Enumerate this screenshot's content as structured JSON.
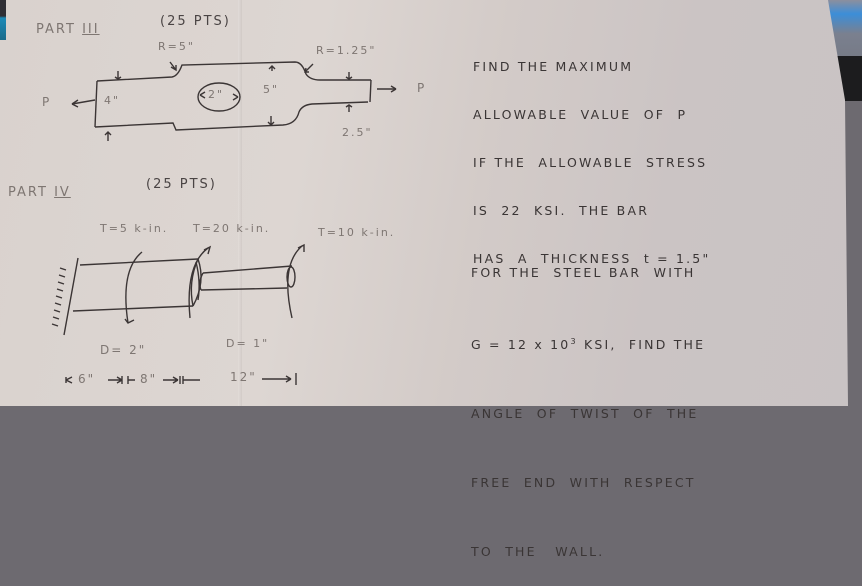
{
  "part3": {
    "heading": "PART",
    "numeral": "III",
    "points": "(25 PTS)",
    "diagram": {
      "radius_left": "R=5\"",
      "radius_right": "R=1.25\"",
      "width_left": "4\"",
      "hole_diameter": "2\"",
      "width_center": "5\"",
      "width_right": "2.5\"",
      "load_left": "P",
      "load_right": "P"
    },
    "problem_lines": [
      "FIND THE MAXIMUM",
      "ALLOWABLE  VALUE  OF  P",
      "IF THE  ALLOWABLE  STRESS",
      "IS  22  KSI.  THE BAR",
      "HAS  A  THICKNESS  t = 1.5\""
    ]
  },
  "part4": {
    "heading": "PART",
    "numeral": "IV",
    "points": "(25 PTS)",
    "diagram": {
      "torque_1": "T=5 k-in.",
      "torque_2": "T=20 k-in.",
      "torque_3": "T=10 k-in.",
      "diameter_large": "D= 2\"",
      "diameter_small": "D= 1\"",
      "length_1": "6\"",
      "length_2": "8\"",
      "length_3": "12\""
    },
    "problem_lines": [
      "FOR THE  STEEL BAR  WITH",
      "G = 12 x 10",
      "3",
      " KSI,  FIND THE",
      "ANGLE  OF  TWIST  OF  THE",
      "FREE  END  WITH  RESPECT",
      "TO  THE   WALL."
    ]
  }
}
